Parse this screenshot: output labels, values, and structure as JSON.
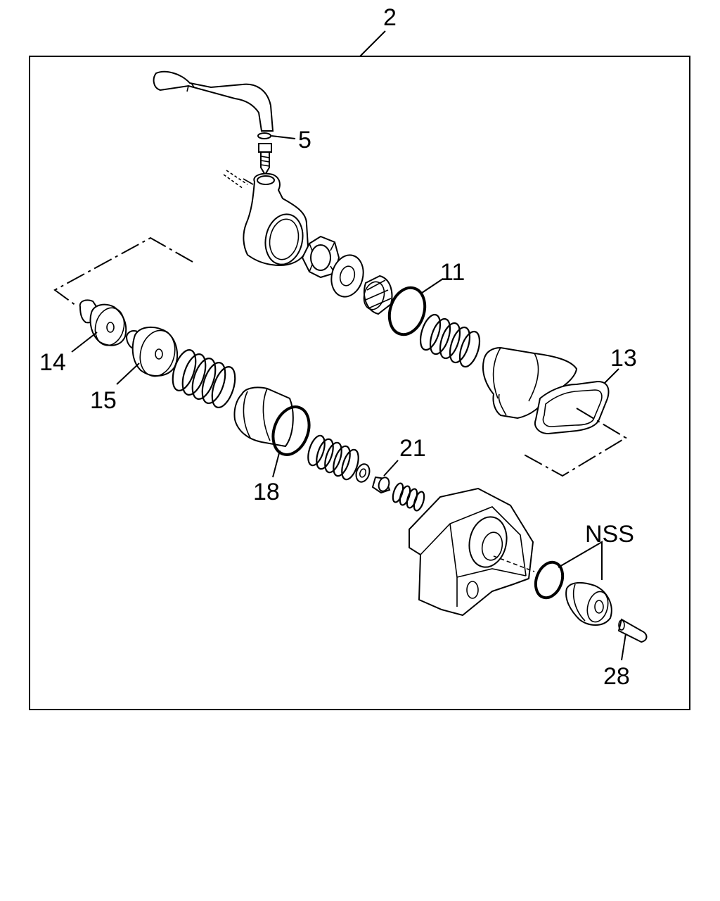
{
  "diagram": {
    "assembly_label": "2",
    "callouts": [
      {
        "id": "5",
        "text": "5"
      },
      {
        "id": "11",
        "text": "11"
      },
      {
        "id": "13",
        "text": "13"
      },
      {
        "id": "14",
        "text": "14"
      },
      {
        "id": "15",
        "text": "15"
      },
      {
        "id": "18",
        "text": "18"
      },
      {
        "id": "21",
        "text": "21"
      },
      {
        "id": "nss",
        "text": "NSS"
      },
      {
        "id": "28",
        "text": "28"
      }
    ]
  }
}
